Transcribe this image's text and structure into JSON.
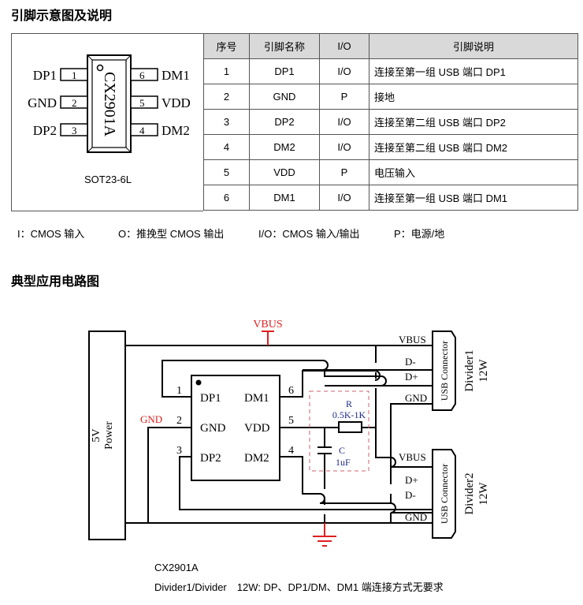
{
  "section1": {
    "title": "引脚示意图及说明",
    "package": {
      "chip_name": "CX2901A",
      "package_label": "SOT23-6L",
      "left_pins": [
        {
          "num": "1",
          "name": "DP1"
        },
        {
          "num": "2",
          "name": "GND"
        },
        {
          "num": "3",
          "name": "DP2"
        }
      ],
      "right_pins": [
        {
          "num": "6",
          "name": "DM1"
        },
        {
          "num": "5",
          "name": "VDD"
        },
        {
          "num": "4",
          "name": "DM2"
        }
      ]
    },
    "table": {
      "headers": [
        "序号",
        "引脚名称",
        "I/O",
        "引脚说明"
      ],
      "header_bg": "#d9d9d9",
      "rows": [
        [
          "1",
          "DP1",
          "I/O",
          "连接至第一组 USB 端口 DP1"
        ],
        [
          "2",
          "GND",
          "P",
          "接地"
        ],
        [
          "3",
          "DP2",
          "I/O",
          "连接至第二组 USB 端口 DP2"
        ],
        [
          "4",
          "DM2",
          "I/O",
          "连接至第二组 USB 端口 DM2"
        ],
        [
          "5",
          "VDD",
          "P",
          "电压输入"
        ],
        [
          "6",
          "DM1",
          "I/O",
          "连接至第一组 USB 端口 DM1"
        ]
      ]
    },
    "legend": [
      "I：CMOS 输入",
      "O：推挽型 CMOS 输出",
      "I/O：CMOS 输入/输出",
      "P：电源/地"
    ]
  },
  "section2": {
    "title": "典型应用电路图",
    "schematic": {
      "power_label_1": "5V",
      "power_label_2": "Power",
      "vbus_label": "VBUS",
      "gnd_label": "GND",
      "chip_pins": {
        "p1": "1",
        "p2": "2",
        "p3": "3",
        "p4": "4",
        "p5": "5",
        "p6": "6",
        "dp1": "DP1",
        "gnd": "GND",
        "dp2": "DP2",
        "dm1": "DM1",
        "vdd": "VDD",
        "dm2": "DM2"
      },
      "resistor": {
        "name": "R",
        "value": "0.5K-1K"
      },
      "capacitor": {
        "name": "C",
        "value": "1uF"
      },
      "connector1": {
        "label": "USB Connector",
        "name": "Divider1",
        "power": "12W",
        "signals": [
          "VBUS",
          "D-",
          "D+",
          "GND"
        ]
      },
      "connector2": {
        "label": "USB Connector",
        "name": "Divider2",
        "power": "12W",
        "signals": [
          "VBUS",
          "D+",
          "D-",
          "GND"
        ]
      },
      "colors": {
        "red": "#e02020",
        "blue": "#1f2a8a",
        "dashed": "#d06070"
      }
    },
    "footer_line1": "CX2901A",
    "footer_line2": "Divider1/Divider　12W: DP、DP1/DM、DM1 端连接方式无要求"
  }
}
